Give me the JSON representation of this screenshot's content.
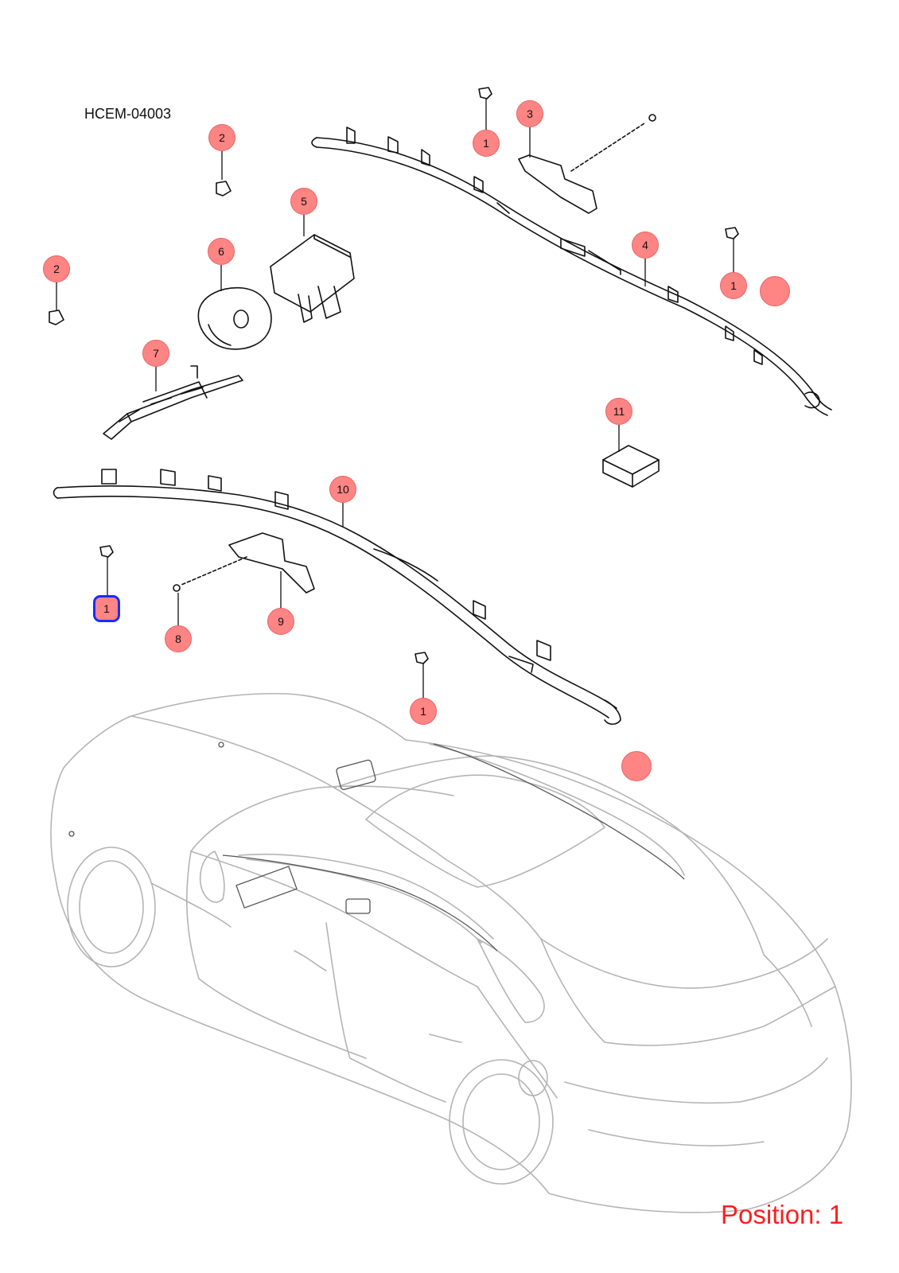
{
  "diagram": {
    "code": "HCEM-04003",
    "position_label": "Position: 1",
    "selected_color": "#1a2cff",
    "callout_color": "#ff6e6e"
  },
  "callouts": [
    {
      "label": "1"
    },
    {
      "label": "3"
    },
    {
      "label": "2"
    },
    {
      "label": "5"
    },
    {
      "label": "6"
    },
    {
      "label": "2"
    },
    {
      "label": "4"
    },
    {
      "label": "1"
    },
    {
      "label": "7"
    },
    {
      "label": "11"
    },
    {
      "label": "10"
    },
    {
      "label": "1"
    },
    {
      "label": "8"
    },
    {
      "label": "9"
    },
    {
      "label": "1"
    },
    {
      "label": ""
    },
    {
      "label": ""
    }
  ]
}
